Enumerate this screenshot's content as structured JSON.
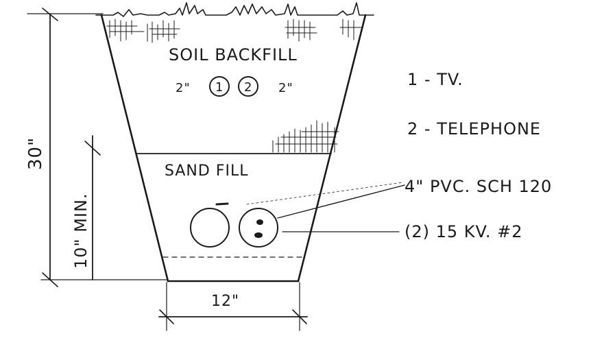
{
  "labels": {
    "soil_backfill": "SOIL BACKFILL",
    "sand_fill": "SAND FILL",
    "conduit_size_left": "2\"",
    "conduit_size_right": "2\"",
    "conduit_1": "1",
    "conduit_2": "2",
    "dim_depth": "30\"",
    "dim_min": "10\" MIN.",
    "dim_width": "12\""
  },
  "legend": {
    "item_1": "1 - TV.",
    "item_2": "2 - TELEPHONE",
    "pvc_note": "4\" PVC. SCH 120",
    "cable_note": "(2) 15 KV. #2"
  }
}
